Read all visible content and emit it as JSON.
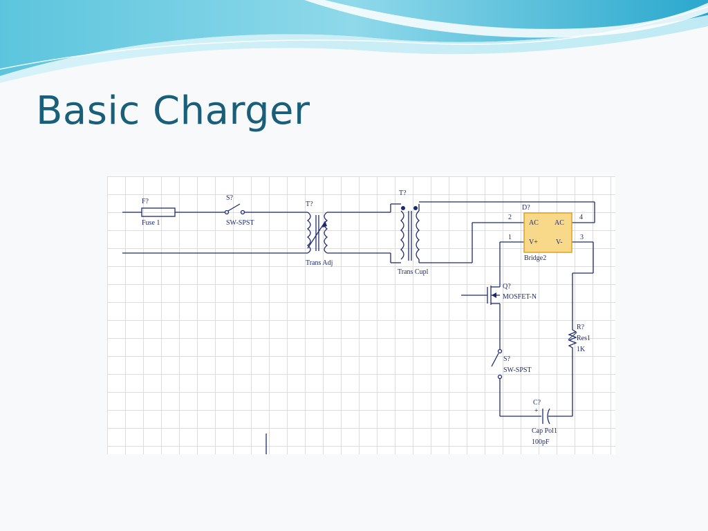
{
  "slide": {
    "title": "Basic Charger"
  },
  "colors": {
    "title": "#1a5f7a",
    "wire": "#1c2a6b",
    "bridge_fill": "#f8d98a",
    "bridge_border": "#e0a020",
    "grid": "#d9dde2",
    "wave_dark": "#3bb3d3",
    "wave_light": "#a8e3f1"
  },
  "schematic": {
    "fuse": {
      "designator": "F?",
      "value": "Fuse 1"
    },
    "switch_1": {
      "designator": "S?",
      "value": "SW-SPST"
    },
    "trans_adj": {
      "designator": "T?",
      "value": "Trans Adj"
    },
    "trans_cupl": {
      "designator": "T?",
      "value": "Trans Cupl"
    },
    "bridge": {
      "designator": "D?",
      "value": "Bridge2",
      "pin_labels": [
        "AC",
        "AC",
        "V+",
        "V-"
      ],
      "pin_numbers": [
        "2",
        "4",
        "1",
        "3"
      ]
    },
    "mosfet": {
      "designator": "Q?",
      "value": "MOSFET-N"
    },
    "resistor": {
      "designator": "R?",
      "value": "Res1",
      "resistance": "1K"
    },
    "switch_2": {
      "designator": "S?",
      "value": "SW-SPST"
    },
    "capacitor": {
      "designator": "C?",
      "value": "Cap Pol1",
      "capacitance": "100pF",
      "polarity": "+"
    }
  }
}
